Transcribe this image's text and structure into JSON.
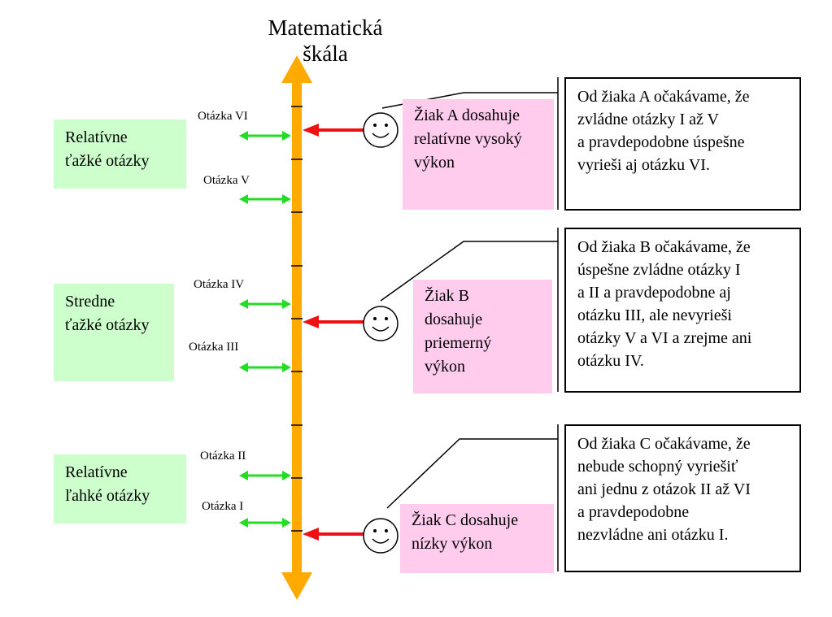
{
  "title": {
    "line1": "Matematická",
    "line2": "škála"
  },
  "categories": [
    {
      "line1": "Relatívne",
      "line2": "ťažké otázky"
    },
    {
      "line1": "Stredne",
      "line2": "ťažké otázky"
    },
    {
      "line1": "Relatívne",
      "line2": "ľahké otázky"
    }
  ],
  "questions": [
    "Otázka VI",
    "Otázka V",
    "Otázka IV",
    "Otázka III",
    "Otázka II",
    "Otázka I"
  ],
  "students": [
    {
      "lines": [
        "Žiak A dosahuje",
        "relatívne vysoký",
        "výkon"
      ]
    },
    {
      "lines": [
        "Žiak B",
        "dosahuje",
        "priemerný",
        "výkon"
      ]
    },
    {
      "lines": [
        "Žiak C dosahuje",
        "nízky výkon"
      ]
    }
  ],
  "expectations": [
    {
      "lines": [
        "Od žiaka A očakávame, že",
        "zvládne otázky I až V",
        "a pravdepodobne úspešne",
        "vyrieši aj otázku VI."
      ]
    },
    {
      "lines": [
        "Od žiaka B očakávame, že",
        "úspešne zvládne otázky I",
        "a II a pravdepodobne aj",
        "otázku III, ale nevyrieši",
        "otázky V a VI a zrejme ani",
        "otázku IV."
      ]
    },
    {
      "lines": [
        "Od žiaka C očakávame, že",
        "nebude schopný vyriešiť",
        "ani jednu z otázok II až VI",
        "a pravdepodobne",
        "nezvládne ani otázku I."
      ]
    }
  ],
  "colors": {
    "scale": "#ffaa00",
    "question_arrow": "#22dd22",
    "student_arrow": "#ee1111",
    "category_fill": "#ccffcc",
    "student_fill": "#ffccee"
  },
  "icons": [
    "smiley-face-icon"
  ]
}
